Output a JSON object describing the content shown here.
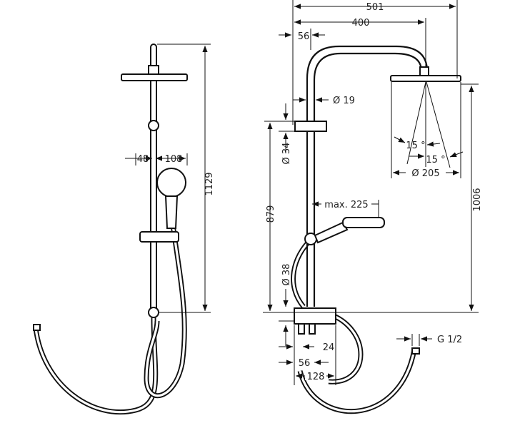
{
  "side_view": {
    "height_total": "1129",
    "handshower_offset": "48",
    "handshower_diameter": "108"
  },
  "front_view": {
    "overall_width": "501",
    "arm_reach": "400",
    "pipe_offset": "56",
    "pipe_diameter": "Ø 19",
    "upper_pipe_diameter": "Ø 34",
    "mixer_height": "879",
    "slider_reach": "max. 225",
    "lower_pipe_diameter": "Ø 38",
    "head_height": "1006",
    "head_diameter": "Ø 205",
    "spray_angle_left": "15 °",
    "spray_angle_right": "15 °",
    "inlet_spacing_24": "24",
    "inlet_spacing_56": "56",
    "mixer_width": "128",
    "hose_thread": "G 1/2"
  },
  "colors": {
    "line": "#111111",
    "background": "#ffffff"
  }
}
